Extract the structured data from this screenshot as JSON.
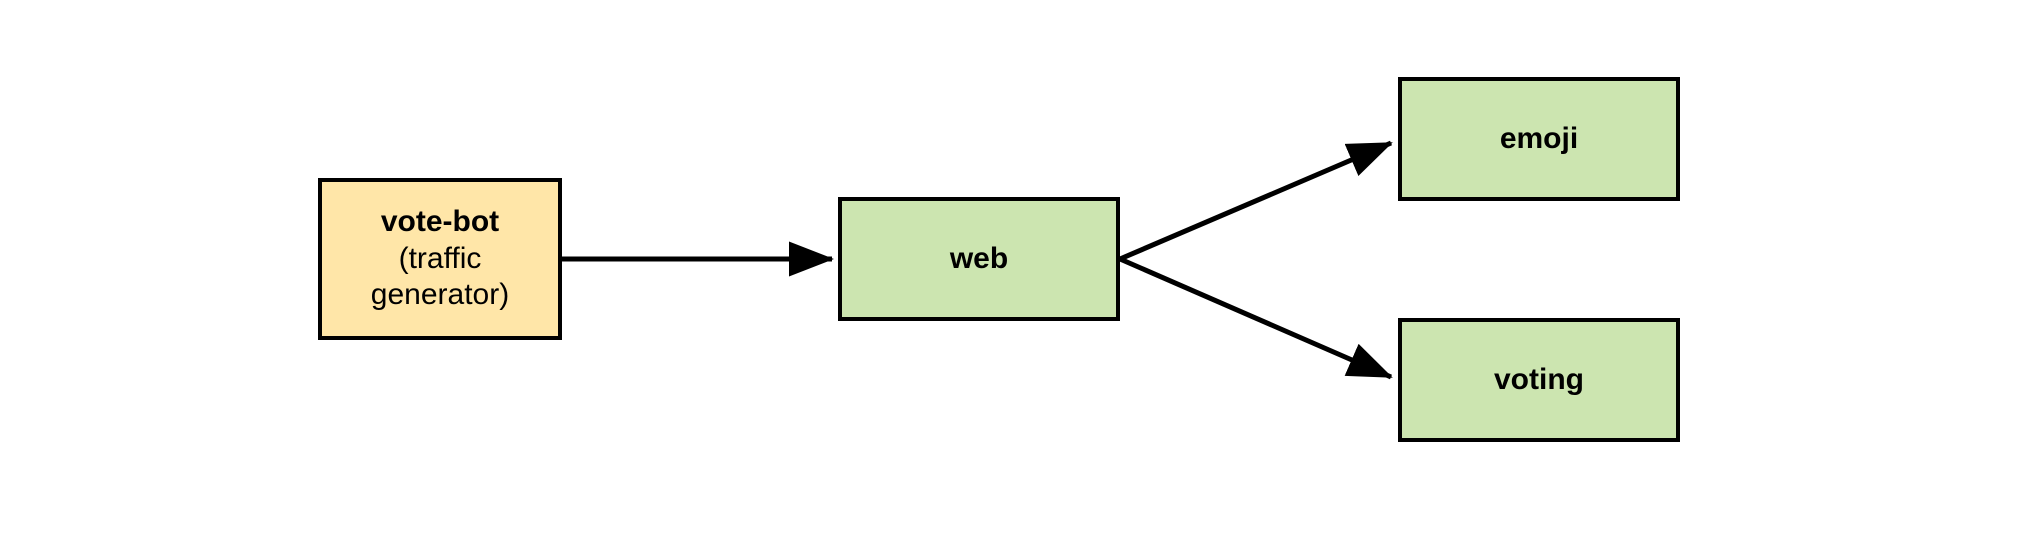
{
  "diagram": {
    "type": "flow-diagram",
    "orientation": "left-to-right",
    "background_color": "#ffffff",
    "edge_color": "#000000",
    "border_color": "#000000",
    "nodes": [
      {
        "id": "vote-bot",
        "lines": [
          "vote-bot",
          "(traffic",
          "generator)"
        ],
        "line_styles": [
          "bold",
          "normal",
          "normal"
        ],
        "fill_color": "#ffe6a8",
        "shape": "rectangle"
      },
      {
        "id": "web",
        "lines": [
          "web"
        ],
        "line_styles": [
          "bold"
        ],
        "fill_color": "#cce5b0",
        "shape": "rectangle"
      },
      {
        "id": "emoji",
        "lines": [
          "emoji"
        ],
        "line_styles": [
          "bold"
        ],
        "fill_color": "#cce5b0",
        "shape": "rectangle"
      },
      {
        "id": "voting",
        "lines": [
          "voting"
        ],
        "line_styles": [
          "bold"
        ],
        "fill_color": "#cce5b0",
        "shape": "rectangle"
      }
    ],
    "edges": [
      {
        "id": "vote-bot-to-web",
        "from": "vote-bot",
        "to": "web",
        "style": "solid",
        "arrowhead": "filled-triangle"
      },
      {
        "id": "web-to-emoji",
        "from": "web",
        "to": "emoji",
        "style": "solid",
        "arrowhead": "filled-triangle"
      },
      {
        "id": "web-to-voting",
        "from": "web",
        "to": "voting",
        "style": "solid",
        "arrowhead": "filled-triangle"
      }
    ]
  }
}
